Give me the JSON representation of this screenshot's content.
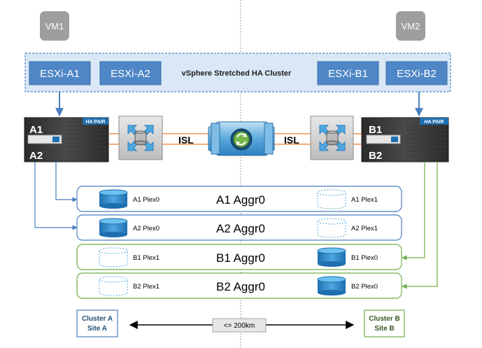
{
  "vms": [
    {
      "label": "VM1"
    },
    {
      "label": "VM2"
    }
  ],
  "cluster": {
    "title": "vSphere Stretched HA Cluster",
    "hosts": [
      "ESXi-A1",
      "ESXi-A2",
      "ESXi-B1",
      "ESXi-B2"
    ]
  },
  "controllers": [
    {
      "top": "A1",
      "bottom": "A2",
      "badge": "HA PAIR"
    },
    {
      "top": "B1",
      "bottom": "B2",
      "badge": "HA PAIR"
    }
  ],
  "links": {
    "left": "ISL",
    "right": "ISL"
  },
  "aggregates": [
    {
      "name": "A1 Aggr0",
      "left_plex": "A1 Plex0",
      "right_plex": "A1 Plex1",
      "side": "A"
    },
    {
      "name": "A2 Aggr0",
      "left_plex": "A2 Plex0",
      "right_plex": "A2 Plex1",
      "side": "A"
    },
    {
      "name": "B1 Aggr0",
      "left_plex": "B1 Plex1",
      "right_plex": "B1 Plex0",
      "side": "B"
    },
    {
      "name": "B2 Aggr0",
      "left_plex": "B2 Plex1",
      "right_plex": "B2 Plex0",
      "side": "B"
    }
  ],
  "sites": {
    "left": {
      "line1": "Cluster A",
      "line2": "Site A"
    },
    "right": {
      "line1": "Cluster B",
      "line2": "Site B"
    }
  },
  "distance": "<= 200km",
  "colors": {
    "site_a": "#4a7ebf",
    "site_b": "#70ad47",
    "esxi_fill": "#4f86c6",
    "cluster_fill": "#d9e7f6",
    "vm_fill": "#9e9e9e",
    "isl_line": "#ed7d31"
  }
}
